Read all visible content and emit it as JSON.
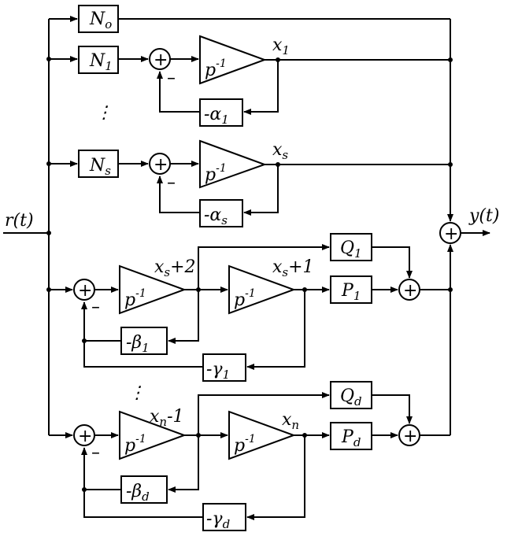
{
  "diagram": {
    "input_label": "r(t)",
    "output_label": "y(t)",
    "ellipsis": "⋮",
    "minus": "–",
    "plus": "+",
    "integrator": {
      "p": "p",
      "exp": "-1"
    },
    "gains": {
      "N0": {
        "base": "N",
        "sub": "o"
      },
      "N1": {
        "base": "N",
        "sub": "1"
      },
      "Ns": {
        "base": "N",
        "sub": "s"
      }
    },
    "feedback": {
      "alpha1": {
        "base": "-α",
        "sub": "1"
      },
      "alphas": {
        "base": "-α",
        "sub": "s"
      },
      "beta1": {
        "base": "-β",
        "sub": "1"
      },
      "gamma1": {
        "base": "-γ",
        "sub": "1"
      },
      "betad": {
        "base": "-β",
        "sub": "d"
      },
      "gammad": {
        "base": "-γ",
        "sub": "d"
      }
    },
    "outputs": {
      "Q1": {
        "base": "Q",
        "sub": "1"
      },
      "P1": {
        "base": "P",
        "sub": "1"
      },
      "Qd": {
        "base": "Q",
        "sub": "d"
      },
      "Pd": {
        "base": "P",
        "sub": "d"
      }
    },
    "states": {
      "x1": {
        "base": "x",
        "sub": "1"
      },
      "xs": {
        "base": "x",
        "sub": "s"
      },
      "xs2": {
        "base": "x",
        "sub": "s",
        "rest": "+2"
      },
      "xs1": {
        "base": "x",
        "sub": "s",
        "rest": "+1"
      },
      "xn1": {
        "base": "x",
        "sub": "n",
        "rest": "-1"
      },
      "xn": {
        "base": "x",
        "sub": "n"
      }
    }
  }
}
